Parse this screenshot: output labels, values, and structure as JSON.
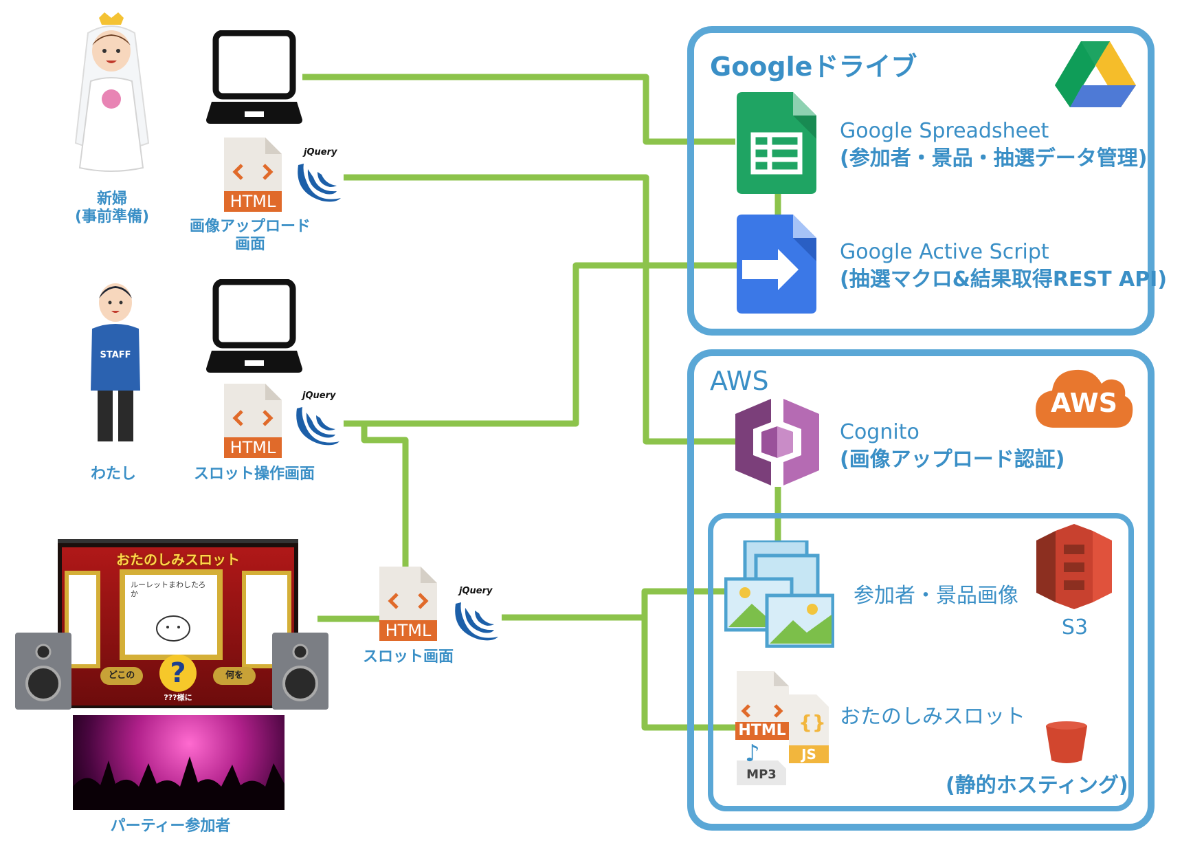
{
  "google_panel": {
    "title": "Googleドライブ"
  },
  "aws_panel": {
    "title": "AWS"
  },
  "actors": {
    "bride": {
      "line1": "新婦",
      "line2": "(事前準備)"
    },
    "me": {
      "label": "わたし"
    },
    "party": {
      "label": "パーティー参加者"
    }
  },
  "clients": {
    "upload": {
      "line1": "画像アップロード",
      "line2": "画面",
      "file": "HTML",
      "lib": "jQuery"
    },
    "slot_control": {
      "label": "スロット操作画面",
      "file": "HTML",
      "lib": "jQuery"
    },
    "slot_screen": {
      "label": "スロット画面",
      "file": "HTML",
      "lib": "jQuery"
    }
  },
  "stage": {
    "title": "おたのしみスロット",
    "card_text": "ルーレットまわしたろか",
    "button_left": "どこの",
    "button_right": "何を",
    "sub": "???様に",
    "mark": "?"
  },
  "services": {
    "spreadsheet": {
      "line1": "Google Spreadsheet",
      "line2": "(参加者・景品・抽選データ管理)"
    },
    "script": {
      "line1": "Google Active Script",
      "line2": "(抽選マクロ&結果取得REST API)"
    },
    "cognito": {
      "line1": "Cognito",
      "line2": "(画像アップロード認証)"
    },
    "images": {
      "label": "参加者・景品画像"
    },
    "slot_app": {
      "label": "おたのしみスロット"
    },
    "s3": {
      "label": "S3"
    },
    "hosting": {
      "label": "(静的ホスティング)"
    }
  },
  "logos": {
    "aws_cloud": "AWS"
  },
  "file_icons": {
    "html": "HTML",
    "js": "JS",
    "mp3": "MP3"
  },
  "colors": {
    "link": "#8cc34b",
    "panel": "#5aa7d6",
    "text": "#3a8fc6",
    "html_badge": "#e06a2a"
  }
}
